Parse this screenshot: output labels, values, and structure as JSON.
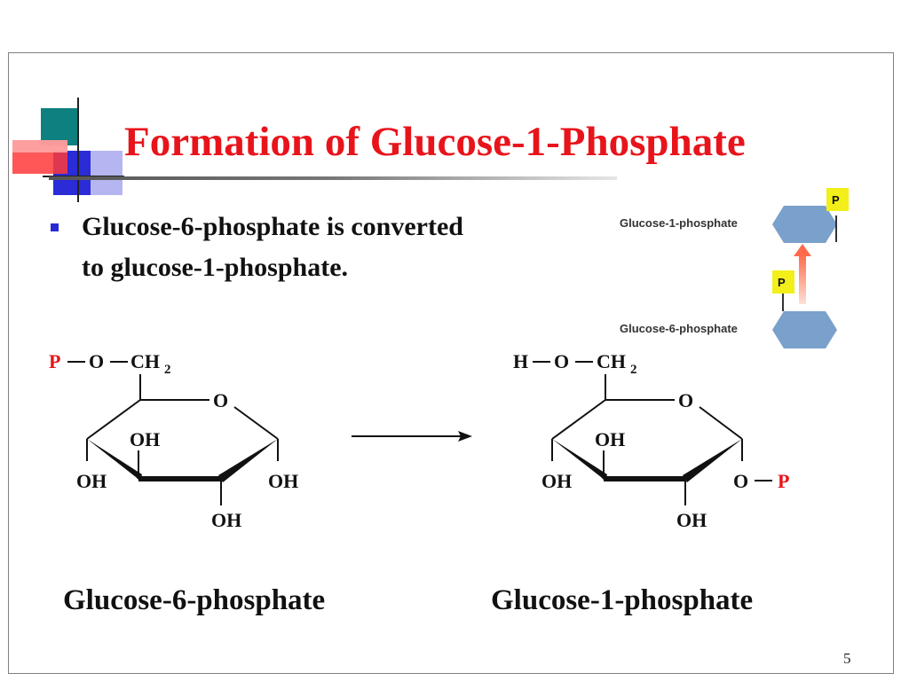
{
  "slide": {
    "title": "Formation of Glucose-1-Phosphate",
    "bullet": {
      "line1": "Glucose-6-phosphate is converted",
      "line2": "to glucose-1-phosphate."
    },
    "page_number": "5"
  },
  "inset": {
    "top_label": "Glucose-1-phosphate",
    "bottom_label": "Glucose-6-phosphate",
    "phosphate_badge": "P"
  },
  "structures": {
    "g6p": {
      "phosphate": "P",
      "oxygen": "O",
      "ch2": "CH",
      "ch2_sub": "2",
      "ring_oxygen": "O",
      "oh_upper": "OH",
      "oh_left": "OH",
      "oh_right": "OH",
      "oh_bottom": "OH",
      "caption": "Glucose-6-phosphate"
    },
    "g1p": {
      "hydrogen": "H",
      "oxygen": "O",
      "ch2": "CH",
      "ch2_sub": "2",
      "ring_oxygen": "O",
      "oh_upper": "OH",
      "oh_left": "OH",
      "o_phosphate": "O",
      "phosphate": "P",
      "oh_bottom": "OH",
      "caption": "Glucose-1-phosphate"
    }
  },
  "colors": {
    "title": "#e8141b",
    "phosphate_text": "#e8141b",
    "bullet": "#2929d6",
    "hexagon": "#7aa0cc",
    "badge": "#f2ef1a"
  }
}
